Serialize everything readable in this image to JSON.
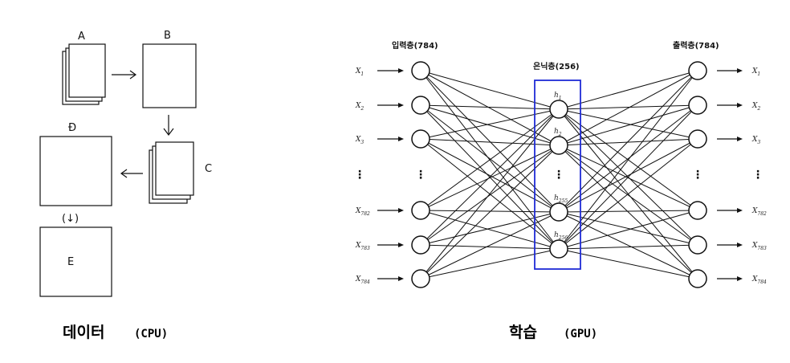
{
  "left_panel": {
    "doc_a_label": "A",
    "doc_b_label": "B",
    "doc_c_label": "C",
    "doc_d_label": "Đ",
    "doc_e_label": "E",
    "optional_arrow": "(↓)",
    "caption_ko": "데이터",
    "caption_en": "(CPU)"
  },
  "right_panel": {
    "input_layer_label": "입력층(784)",
    "hidden_layer_label": "은닉층(256)",
    "output_layer_label": "출력층(784)",
    "input_labels": [
      {
        "base": "X",
        "sub": "1"
      },
      {
        "base": "X",
        "sub": "2"
      },
      {
        "base": "X",
        "sub": "3"
      },
      {
        "base": "X",
        "sub": "782"
      },
      {
        "base": "X",
        "sub": "783"
      },
      {
        "base": "X",
        "sub": "784"
      }
    ],
    "output_labels": [
      {
        "base": "X",
        "sub": "1"
      },
      {
        "base": "X",
        "sub": "2"
      },
      {
        "base": "X",
        "sub": "3"
      },
      {
        "base": "X",
        "sub": "782"
      },
      {
        "base": "X",
        "sub": "783"
      },
      {
        "base": "X",
        "sub": "784"
      }
    ],
    "hidden_labels": [
      {
        "base": "h",
        "sub": "1"
      },
      {
        "base": "h",
        "sub": "2"
      },
      {
        "base": "h",
        "sub": "255"
      },
      {
        "base": "h",
        "sub": "256"
      }
    ],
    "ellipsis": "⋮",
    "hidden_box_color": "#1f2bd6",
    "caption_ko": "학습",
    "caption_en": "(GPU)"
  }
}
